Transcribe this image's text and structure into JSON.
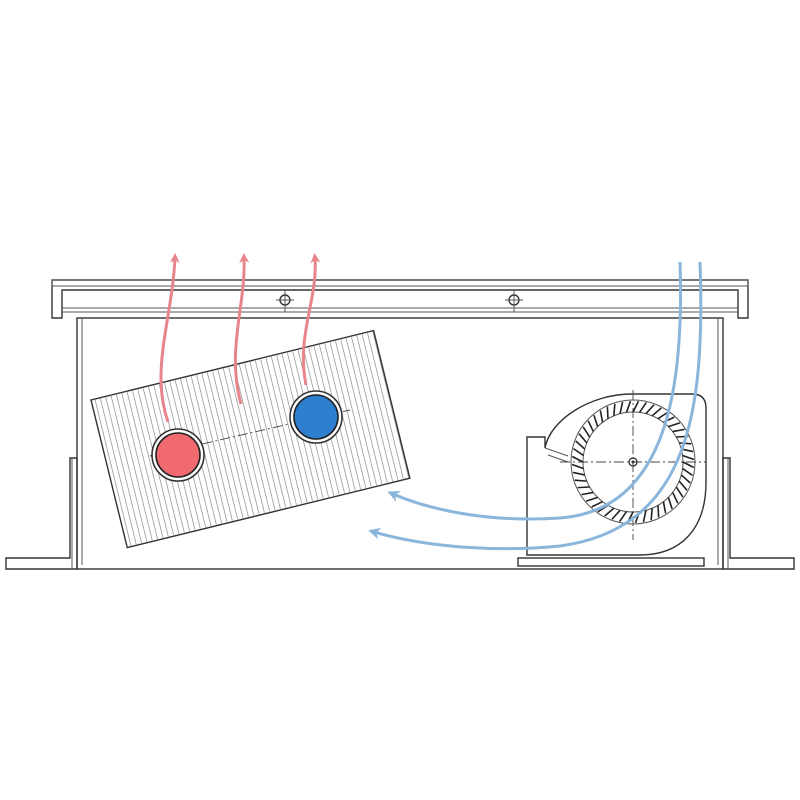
{
  "diagram": {
    "subject": "trench-convector-fan-coil",
    "colors": {
      "warm_air": "#e8848a",
      "cool_air": "#8ab6dc",
      "hot_pipe": "#f06a70",
      "cold_pipe": "#2f7fd0",
      "outline": "#333333",
      "fins": "#9a9a9a",
      "background": "#ffffff"
    },
    "icons": {
      "hot_pipe": "hot-water-pipe-icon",
      "cold_pipe": "cold-water-pipe-icon",
      "fan": "tangential-fan-icon",
      "fixings": "screw-hole-icon"
    },
    "counts": {
      "warm_air_arrows": 3,
      "cool_air_arrows": 2,
      "grille_fixings": 2
    }
  }
}
